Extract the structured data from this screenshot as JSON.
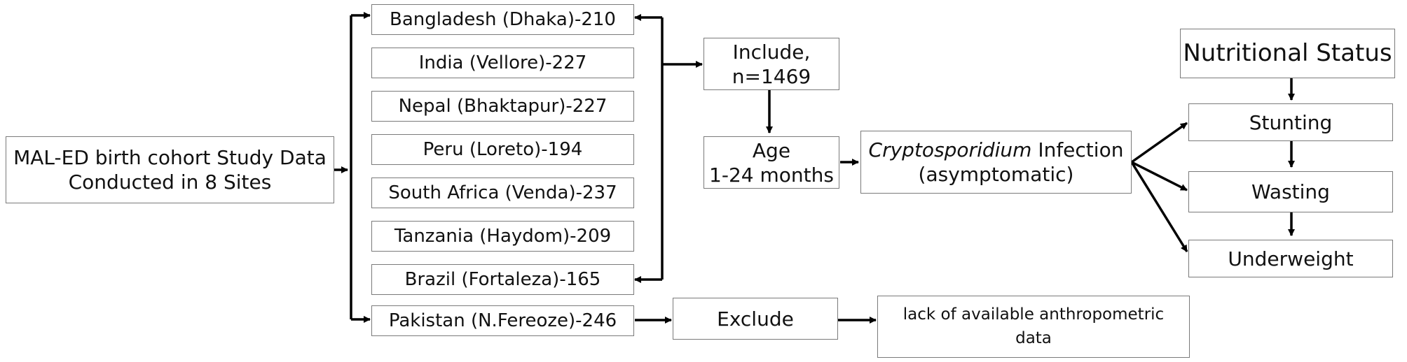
{
  "source": {
    "line1": "MAL-ED birth cohort Study Data",
    "line2": "Conducted in 8 Sites"
  },
  "sites": [
    "Bangladesh (Dhaka)-210",
    "India (Vellore)-227",
    "Nepal (Bhaktapur)-227",
    "Peru (Loreto)-194",
    "South Africa (Venda)-237",
    "Tanzania (Haydom)-209",
    "Brazil (Fortaleza)-165",
    "Pakistan (N.Fereoze)-246"
  ],
  "include": {
    "line1": "Include,",
    "line2": "n=1469"
  },
  "age": {
    "line1": "Age",
    "line2": "1-24 months"
  },
  "infection": {
    "italic": "Cryptosporidium",
    "rest": " Infection",
    "line2": "(asymptomatic)"
  },
  "nutrition": {
    "title": "Nutritional Status",
    "outcomes": [
      "Stunting",
      "Wasting",
      "Underweight"
    ]
  },
  "exclude": {
    "label": "Exclude"
  },
  "reason": {
    "line1": "lack of available anthropometric",
    "line2": "data"
  }
}
